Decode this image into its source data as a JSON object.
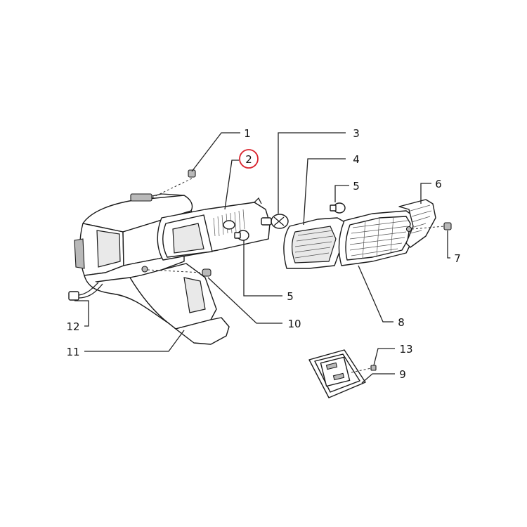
{
  "highlight_color": "#d9232d",
  "callouts": [
    {
      "id": "1",
      "text": "1"
    },
    {
      "id": "2",
      "text": "2",
      "highlighted": true
    },
    {
      "id": "3",
      "text": "3"
    },
    {
      "id": "4",
      "text": "4"
    },
    {
      "id": "5a",
      "text": "5"
    },
    {
      "id": "5b",
      "text": "5"
    },
    {
      "id": "6",
      "text": "6"
    },
    {
      "id": "7",
      "text": "7"
    },
    {
      "id": "8",
      "text": "8"
    },
    {
      "id": "9",
      "text": "9"
    },
    {
      "id": "10",
      "text": "10"
    },
    {
      "id": "11",
      "text": "11"
    },
    {
      "id": "12",
      "text": "12"
    },
    {
      "id": "13",
      "text": "13"
    }
  ]
}
